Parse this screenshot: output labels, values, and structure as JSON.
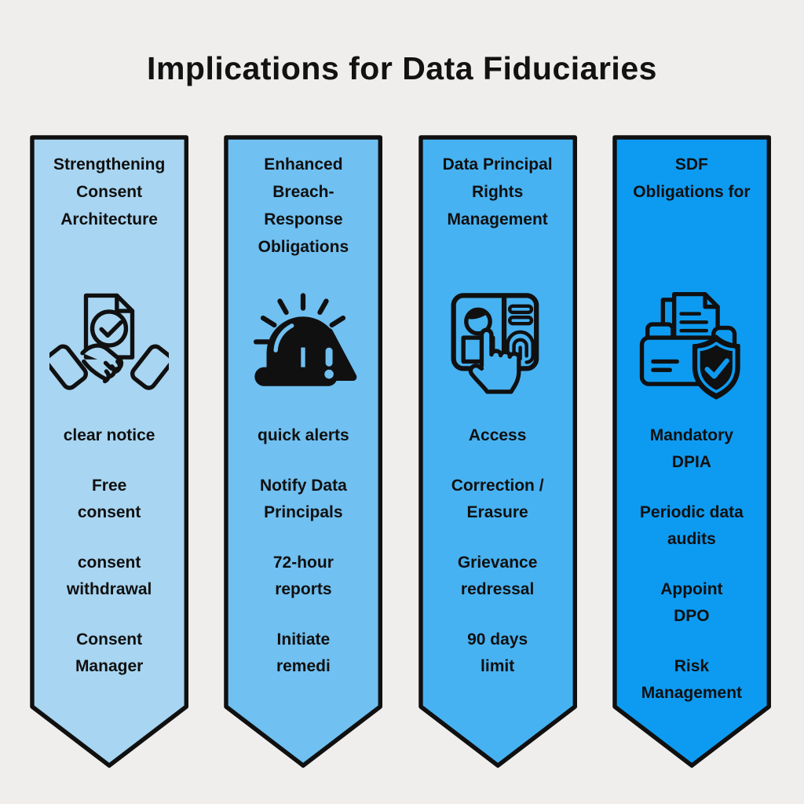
{
  "page": {
    "background": "#EFEEEC",
    "ink_color": "#101010",
    "title": "Implications for Data Fiduciaries"
  },
  "banners": [
    {
      "id": "consent-architecture",
      "color": "#A8D5F1",
      "border_color": "#101010",
      "title_lines": [
        "Strengthening",
        "Consent",
        "Architecture"
      ],
      "icon": "handshake-document-check-icon",
      "items": [
        [
          "clear notice"
        ],
        [
          "Free",
          "consent"
        ],
        [
          "consent",
          "withdrawal"
        ],
        [
          "Consent",
          "Manager"
        ]
      ]
    },
    {
      "id": "breach-response",
      "color": "#70C0F1",
      "border_color": "#101010",
      "title_lines": [
        "Enhanced",
        "Breach-",
        "Response",
        "Obligations"
      ],
      "icon": "siren-warning-alert-icon",
      "items": [
        [
          "quick alerts"
        ],
        [
          "Notify Data",
          "Principals"
        ],
        [
          "72-hour",
          "reports"
        ],
        [
          "Initiate",
          "remedi"
        ]
      ]
    },
    {
      "id": "data-principal-rights",
      "color": "#47B2F2",
      "border_color": "#101010",
      "title_lines": [
        "Data Principal",
        "Rights",
        "Management"
      ],
      "icon": "id-card-fingerprint-hand-icon",
      "items": [
        [
          "Access"
        ],
        [
          "Correction /",
          "Erasure"
        ],
        [
          "Grievance",
          "redressal"
        ],
        [
          "90 days",
          "limit"
        ]
      ]
    },
    {
      "id": "sdf-obligations",
      "color": "#0D9BF2",
      "border_color": "#101010",
      "title_lines": [
        "SDF",
        "Obligations for"
      ],
      "icon": "folder-documents-shield-check-icon",
      "items": [
        [
          "Mandatory",
          "DPIA"
        ],
        [
          "Periodic data",
          "audits"
        ],
        [
          "Appoint",
          "DPO"
        ],
        [
          "Risk",
          "Management"
        ]
      ]
    }
  ]
}
